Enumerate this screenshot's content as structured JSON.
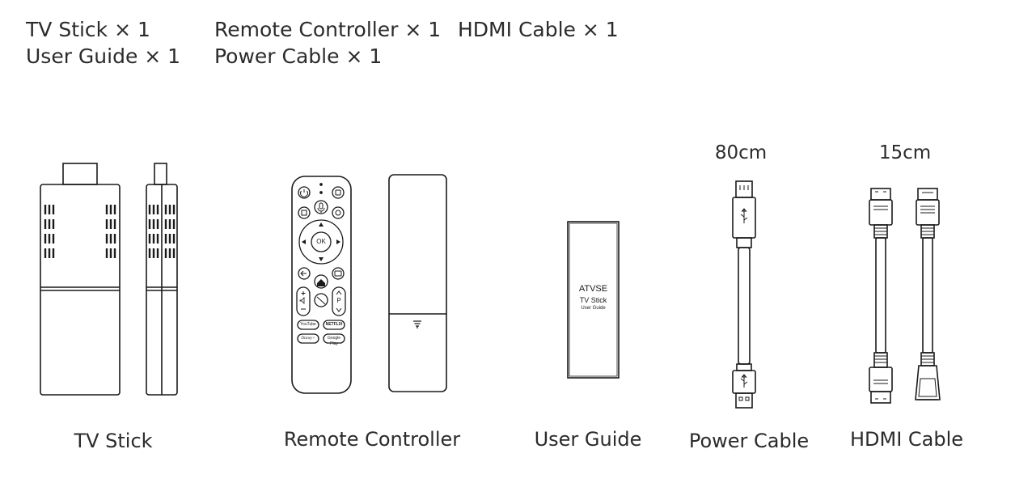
{
  "contents_list": {
    "row1": [
      "TV Stick × 1",
      "Remote Controller × 1",
      "HDMI Cable × 1"
    ],
    "row2": [
      "User Guide × 1",
      "Power Cable × 1"
    ]
  },
  "captions": {
    "tv_stick": "TV Stick",
    "remote_controller": "Remote Controller",
    "user_guide": "User Guide",
    "power_cable": "Power Cable",
    "hdmi_cable": "HDMI Cable"
  },
  "lengths": {
    "power_cable": "80cm",
    "hdmi_cable": "15cm"
  },
  "user_guide_cover": {
    "brand": "ATVSE",
    "product": "TV Stick",
    "doc": "User Guide"
  },
  "remote_buttons": {
    "ok": "OK",
    "p": "P",
    "youtube": "YouTube",
    "netflix": "NETFLIX",
    "disney": "Disney+",
    "google_play": "Google Play"
  }
}
